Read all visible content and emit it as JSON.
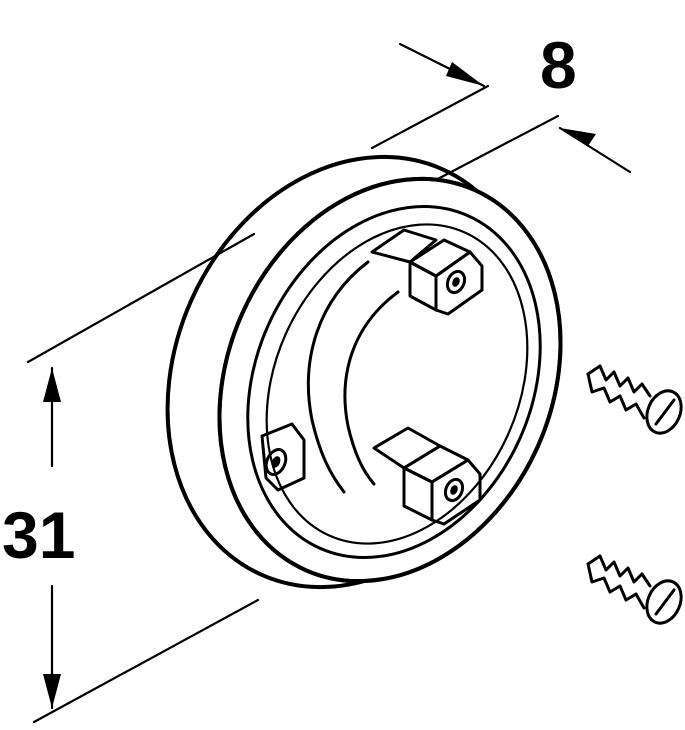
{
  "dimensions": {
    "depth": {
      "value": "8"
    },
    "diameter": {
      "value": "31"
    }
  },
  "parts": [
    "mounting-ring",
    "screw",
    "screw"
  ]
}
